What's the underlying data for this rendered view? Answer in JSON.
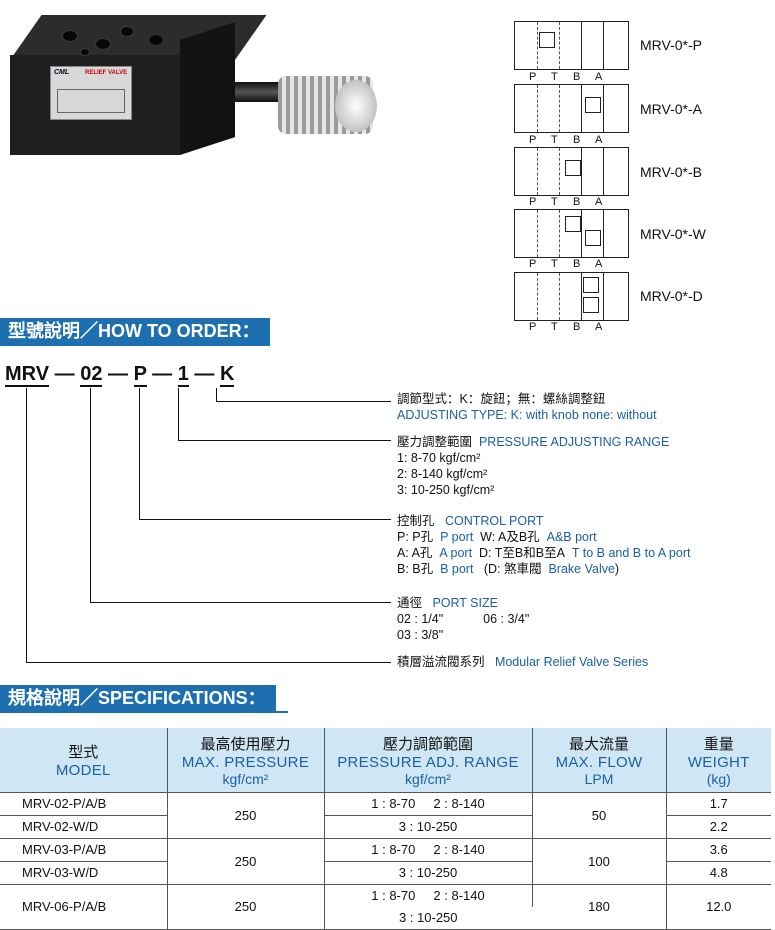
{
  "photo": {
    "brand": "CML",
    "plate_text": "RELIEF VALVE"
  },
  "symbols": [
    {
      "name": "MRV-0*-P",
      "ports": [
        "P",
        "T",
        "B",
        "A"
      ]
    },
    {
      "name": "MRV-0*-A",
      "ports": [
        "P",
        "T",
        "B",
        "A"
      ]
    },
    {
      "name": "MRV-0*-B",
      "ports": [
        "P",
        "T",
        "B",
        "A"
      ]
    },
    {
      "name": "MRV-0*-W",
      "ports": [
        "P",
        "T",
        "B",
        "A"
      ]
    },
    {
      "name": "MRV-0*-D",
      "ports": [
        "P",
        "T",
        "B",
        "A"
      ]
    }
  ],
  "order": {
    "header": "型號說明／HOW TO ORDER：",
    "code": {
      "c1": "MRV",
      "d1": "—",
      "c2": "02",
      "d2": "—",
      "c3": "P",
      "d3": "—",
      "c4": "1",
      "d4": "—",
      "c5": "K"
    },
    "adjusting": {
      "zh": "調節型式：K：旋鈕；無：螺絲調整鈕",
      "en": "ADJUSTING TYPE: K: with knob  none: without"
    },
    "range": {
      "zh": "壓力調整範圍",
      "en": "PRESSURE ADJUSTING RANGE",
      "l1": "1: 8-70 kgf/cm²",
      "l2": "2: 8-140 kgf/cm²",
      "l3": "3: 10-250 kgf/cm²"
    },
    "control": {
      "zh": "控制孔",
      "en": "CONTROL PORT",
      "p_k": "P: P孔",
      "p_v": "P port",
      "w_k": "W: A及B孔",
      "w_v": "A&B port",
      "a_k": "A: A孔",
      "a_v": "A port",
      "d_k": "D: T至B和B至A",
      "d_v": "T to B and B to A port",
      "b_k": "B: B孔",
      "b_v": "B port",
      "brake_k": "(D: 煞車閥",
      "brake_v": "Brake Valve",
      ")": ")"
    },
    "size": {
      "zh": "通徑",
      "en": "PORT SIZE",
      "s1": "02 : 1/4\"",
      "s2": "06 : 3/4\"",
      "s3": "03 : 3/8\""
    },
    "series": {
      "zh": "積層溢流閥系列",
      "en": "Modular Relief Valve Series"
    }
  },
  "specs": {
    "header": "規格說明／SPECIFICATIONS：",
    "columns": [
      {
        "zh": "型式",
        "en": "MODEL",
        "unit": ""
      },
      {
        "zh": "最高使用壓力",
        "en": "MAX. PRESSURE",
        "unit": "kgf/cm²"
      },
      {
        "zh": "壓力調節範圍",
        "en": "PRESSURE ADJ. RANGE",
        "unit": "kgf/cm²"
      },
      {
        "zh": "最大流量",
        "en": "MAX. FLOW",
        "unit": "LPM"
      },
      {
        "zh": "重量",
        "en": "WEIGHT",
        "unit": "(kg)"
      }
    ],
    "rows": {
      "r1_model": "MRV-02-P/A/B",
      "r2_model": "MRV-02-W/D",
      "g1_pressure": "250",
      "g1_range_a": "1 : 8-70     2 : 8-140",
      "g1_range_b": "3 : 10-250",
      "g1_flow": "50",
      "r1_weight": "1.7",
      "r2_weight": "2.2",
      "r3_model": "MRV-03-P/A/B",
      "r4_model": "MRV-03-W/D",
      "g2_pressure": "250",
      "g2_range_a": "1 : 8-70     2 : 8-140",
      "g2_range_b": "3 : 10-250",
      "g2_flow": "100",
      "r3_weight": "3.6",
      "r4_weight": "4.8",
      "r5_model": "MRV-06-P/A/B",
      "g3_pressure": "250",
      "g3_range_a": "1 : 8-70     2 : 8-140",
      "g3_range_b": "3 : 10-250",
      "g3_flow": "180",
      "r5_weight": "12.0"
    }
  }
}
